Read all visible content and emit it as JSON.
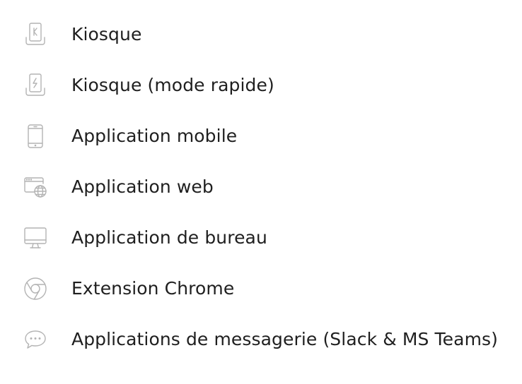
{
  "colors": {
    "icon": "#b3b3b3",
    "text": "#1f1f1f",
    "background": "#ffffff"
  },
  "items": [
    {
      "label": "Kiosque",
      "icon": "kiosk-icon"
    },
    {
      "label": "Kiosque (mode rapide)",
      "icon": "kiosk-fast-icon"
    },
    {
      "label": "Application mobile",
      "icon": "mobile-phone-icon"
    },
    {
      "label": "Application web",
      "icon": "web-browser-globe-icon"
    },
    {
      "label": "Application de bureau",
      "icon": "desktop-monitor-icon"
    },
    {
      "label": "Extension Chrome",
      "icon": "chrome-icon"
    },
    {
      "label": "Applications de messagerie (Slack & MS Teams)",
      "icon": "chat-bubble-icon"
    }
  ]
}
